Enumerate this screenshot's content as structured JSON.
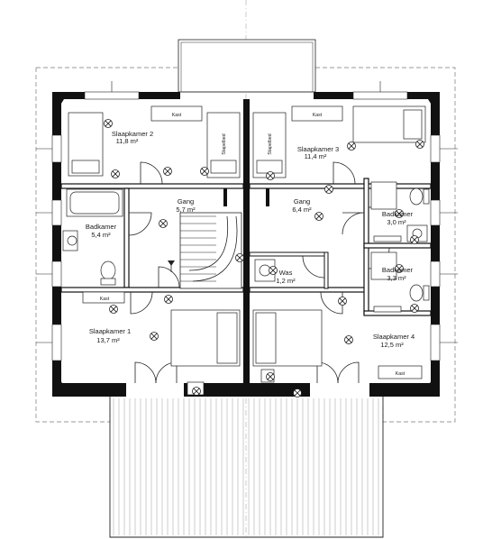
{
  "rooms": [
    {
      "id": "slaapkamer2",
      "name": "Slaapkamer 2",
      "area": "11,8 m²"
    },
    {
      "id": "slaapkamer3",
      "name": "Slaapkamer 3",
      "area": "11,4 m²"
    },
    {
      "id": "gang-left",
      "name": "Gang",
      "area": "5,7 m²"
    },
    {
      "id": "gang-right",
      "name": "Gang",
      "area": "6,4 m²"
    },
    {
      "id": "badkamer-left",
      "name": "Badkamer",
      "area": "5,4 m²"
    },
    {
      "id": "badkamer-right-top",
      "name": "Badkamer",
      "area": "3,0 m²"
    },
    {
      "id": "badkamer-right-bottom",
      "name": "Badkamer",
      "area": "3,3 m²"
    },
    {
      "id": "was",
      "name": "Was",
      "area": "1,2 m²"
    },
    {
      "id": "slaapkamer1",
      "name": "Slaapkamer 1",
      "area": "13,7 m²"
    },
    {
      "id": "slaapkamer4",
      "name": "Slaapkamer 4",
      "area": "12,5 m²"
    }
  ],
  "furniture_labels": {
    "kast": "Kast",
    "stapelbed": "Stapelbed"
  },
  "colors": {
    "wall": "#111111",
    "line": "#222222",
    "dashed": "#777777",
    "background": "#ffffff"
  }
}
